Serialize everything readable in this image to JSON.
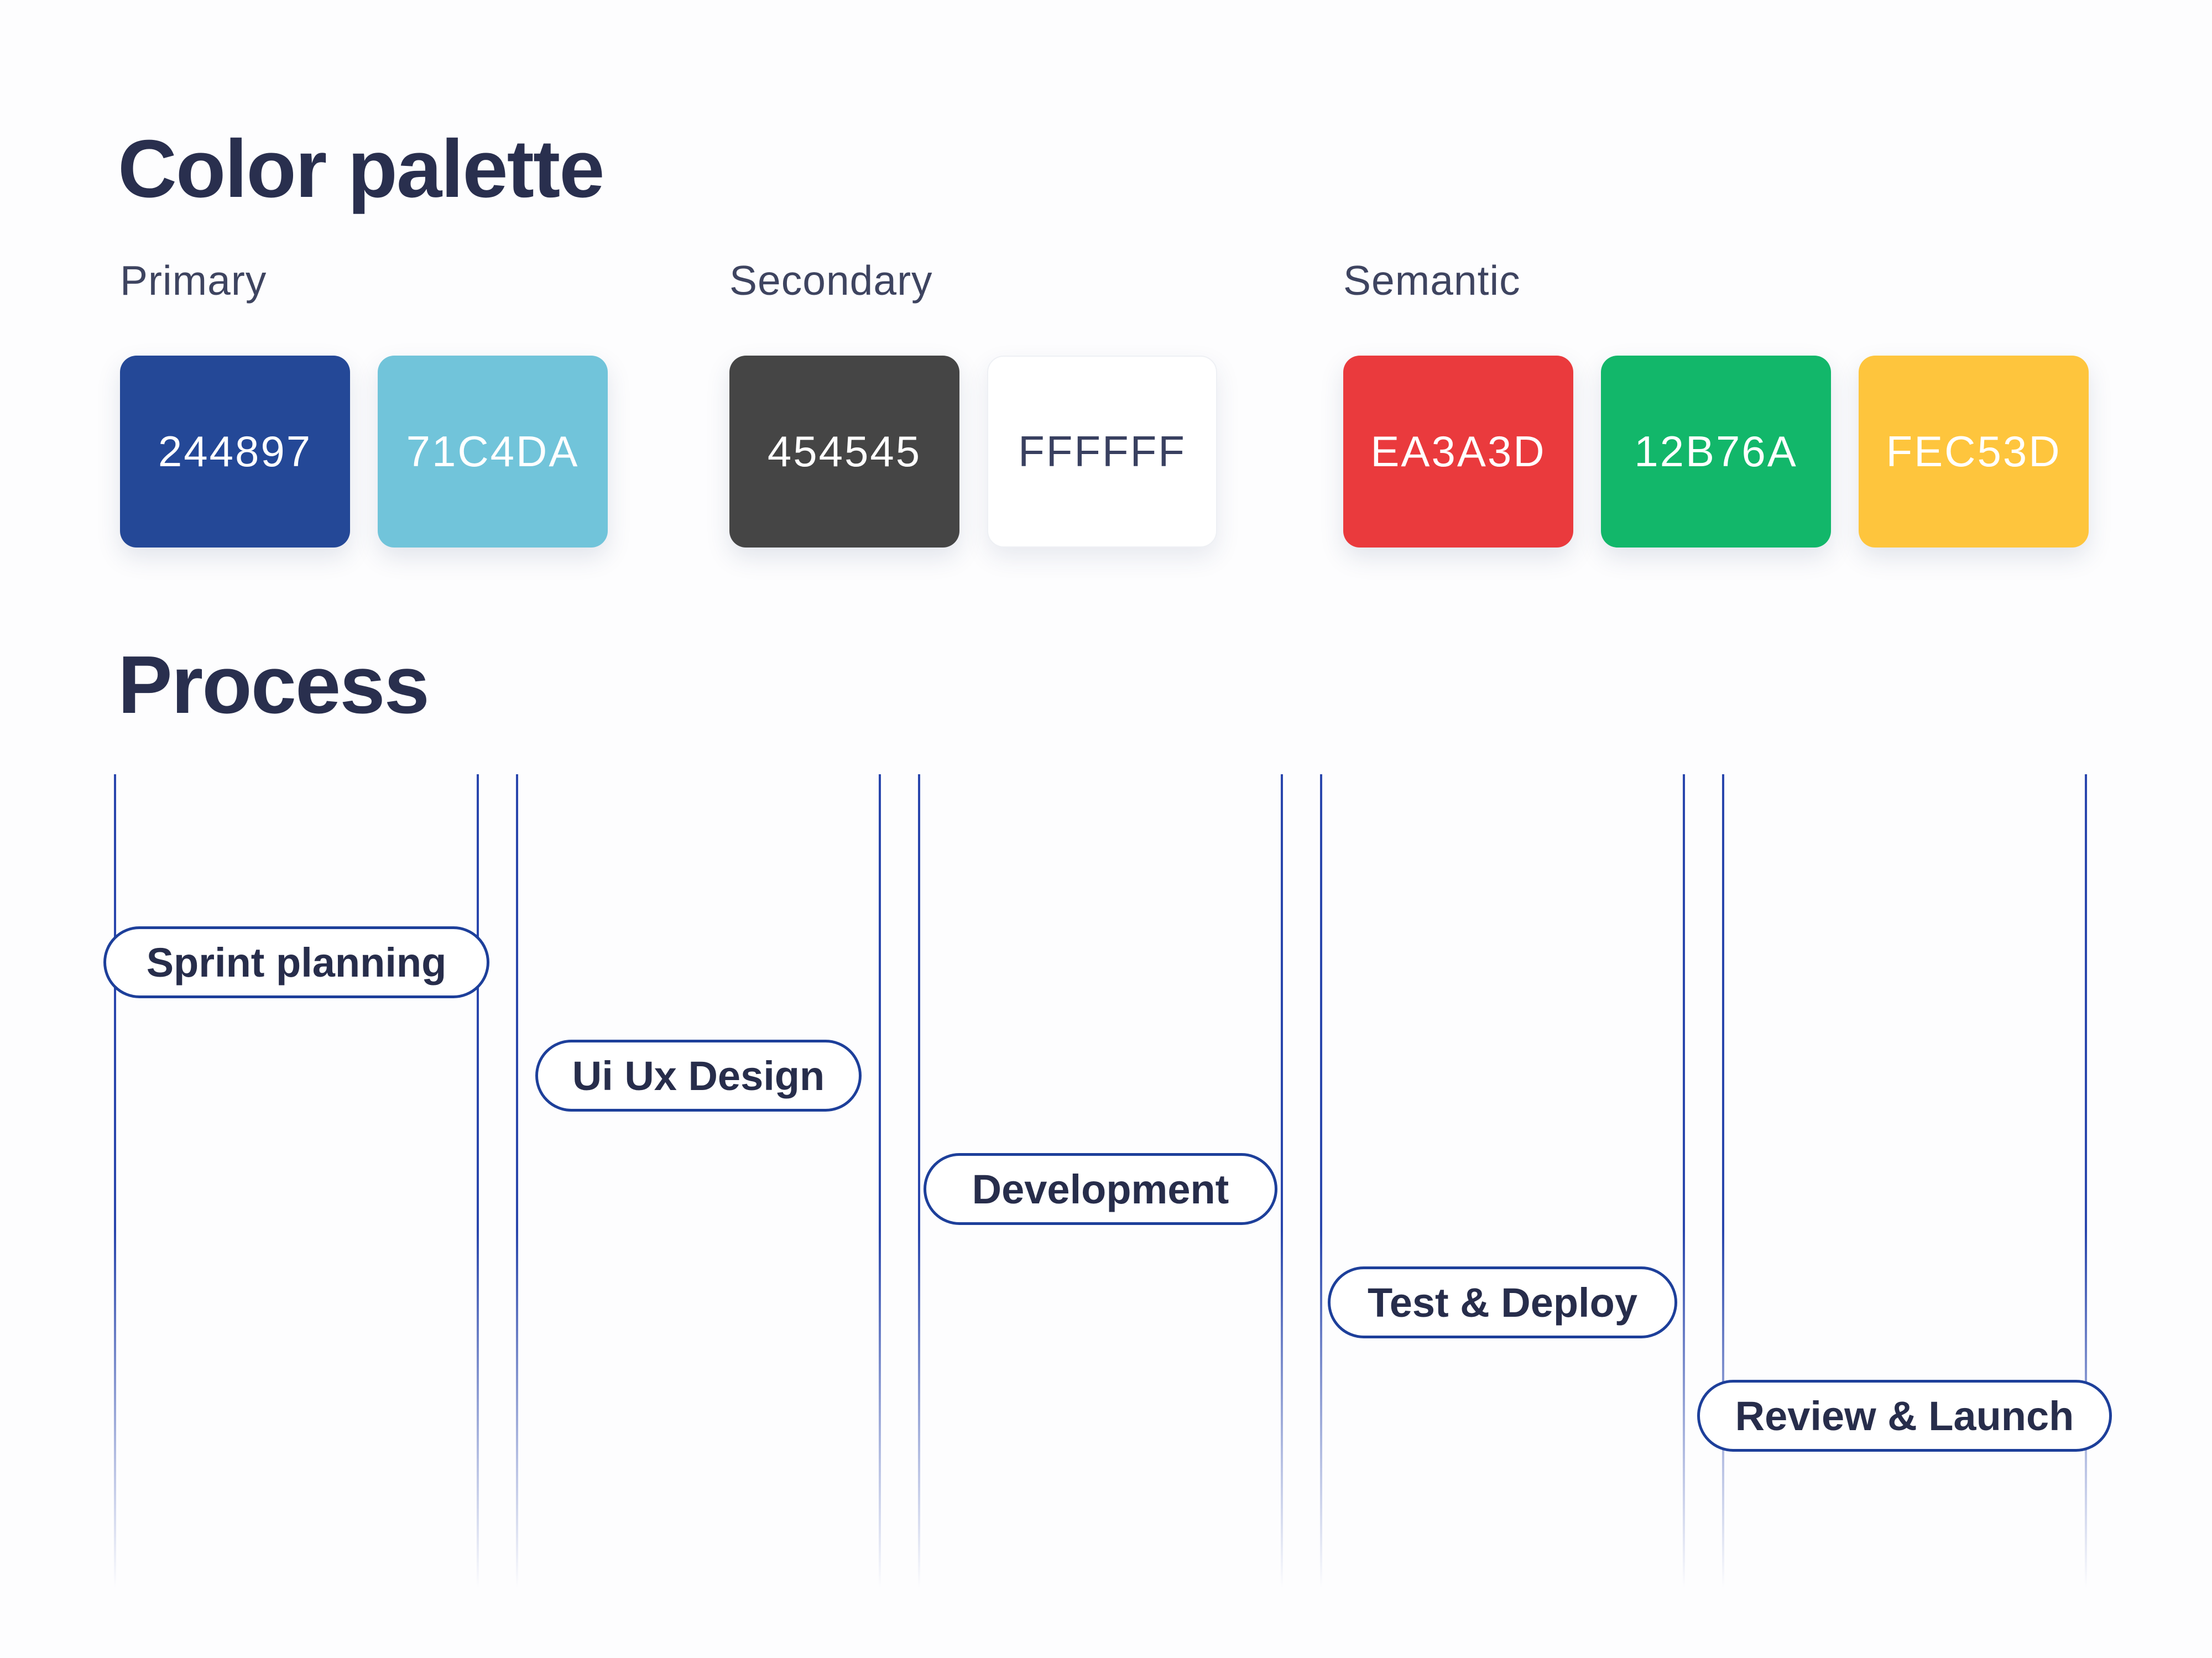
{
  "palette": {
    "title": "Color palette",
    "groups": [
      {
        "name": "Primary",
        "swatches": [
          {
            "label": "244897",
            "color": "#244897",
            "text_color": "#ffffff"
          },
          {
            "label": "71C4DA",
            "color": "#71C4DA",
            "text_color": "#ffffff"
          }
        ]
      },
      {
        "name": "Secondary",
        "swatches": [
          {
            "label": "454545",
            "color": "#454545",
            "text_color": "#ffffff"
          },
          {
            "label": "FFFFFF",
            "color": "#FFFFFF",
            "text_color": "#394060"
          }
        ]
      },
      {
        "name": "Semantic",
        "swatches": [
          {
            "label": "EA3A3D",
            "color": "#EA3A3D",
            "text_color": "#ffffff"
          },
          {
            "label": "12B76A",
            "color": "#12B76A",
            "text_color": "#ffffff"
          },
          {
            "label": "FEC53D",
            "color": "#FEC53D",
            "text_color": "#ffffff"
          }
        ]
      }
    ]
  },
  "process": {
    "title": "Process",
    "line_color": "#2946ad",
    "pill_border_color": "#1d3f9a",
    "steps": [
      {
        "label": "Sprint planning"
      },
      {
        "label": "Ui Ux Design"
      },
      {
        "label": "Development"
      },
      {
        "label": "Test & Deploy"
      },
      {
        "label": "Review & Launch"
      }
    ]
  }
}
